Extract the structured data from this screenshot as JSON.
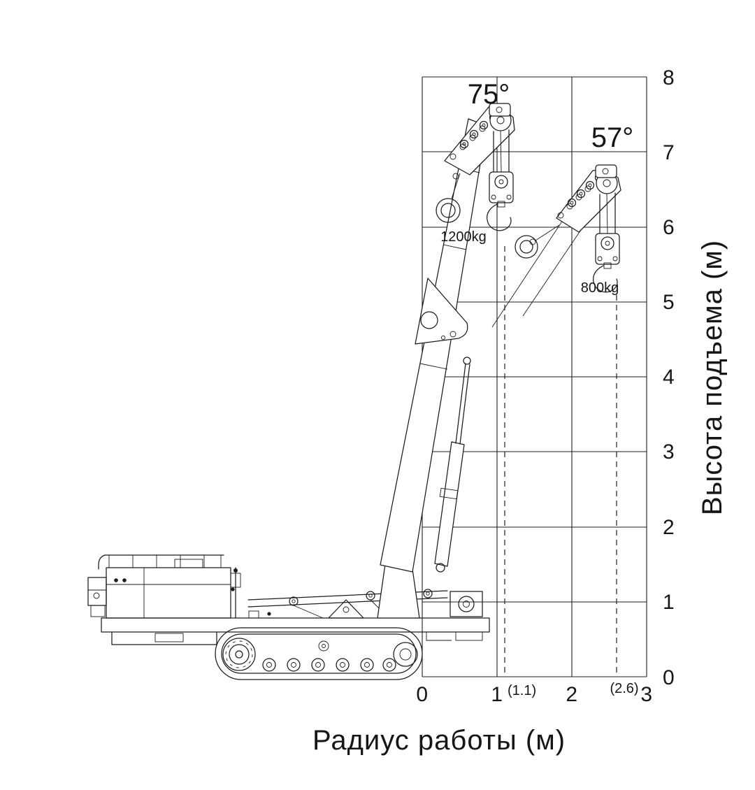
{
  "chart": {
    "x_axis_title": "Радиус работы (м)",
    "y_axis_title": "Высота подъема (м)",
    "x_ticks": [
      "0",
      "1",
      "2",
      "3"
    ],
    "y_ticks": [
      "8",
      "7",
      "6",
      "5",
      "4",
      "3",
      "2",
      "1",
      "0"
    ],
    "radius_marker_1": "(1.1)",
    "radius_marker_2": "(2.6)"
  },
  "labels": {
    "angle_primary": "75°",
    "angle_secondary": "57°",
    "capacity_primary": "1200kg",
    "capacity_secondary": "800kg"
  },
  "chart_data": {
    "type": "table",
    "title": "",
    "xlabel": "Радиус работы (м)",
    "ylabel": "Высота подъема (м)",
    "xlim": [
      0,
      3
    ],
    "ylim": [
      0,
      8
    ],
    "grid": true,
    "dashed_vlines_x": [
      1.1,
      2.6
    ],
    "columns": [
      "boom_angle_deg",
      "working_radius_m",
      "capacity_kg",
      "approx_hook_height_m"
    ],
    "rows": [
      [
        75,
        1.1,
        1200,
        7.4
      ],
      [
        57,
        2.6,
        800,
        6.6
      ]
    ]
  }
}
